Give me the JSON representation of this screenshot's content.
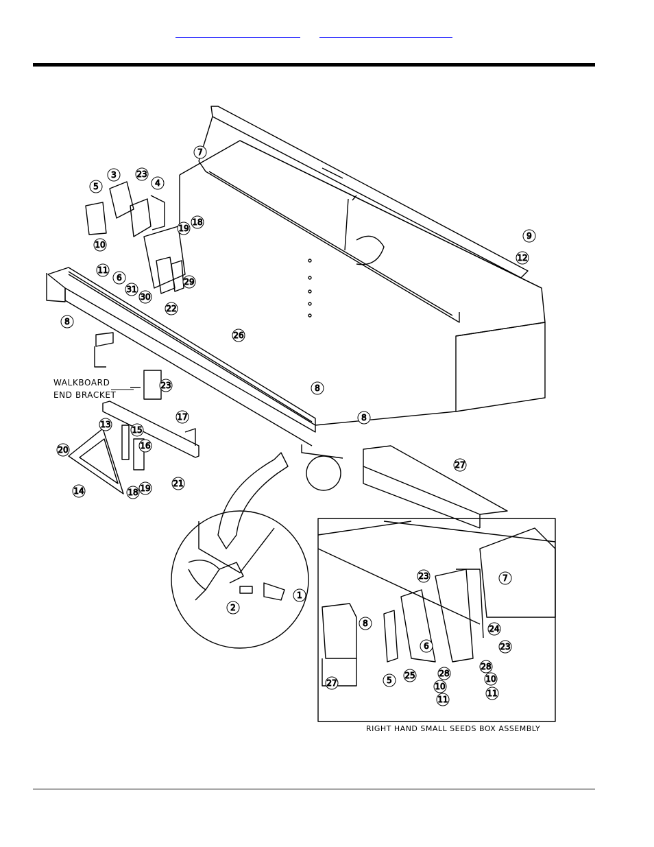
{
  "labels": {
    "walkboard_line1": "WALKBOARD",
    "walkboard_line2": "END BRACKET",
    "inset_caption": "RIGHT HAND SMALL SEEDS BOX ASSEMBLY"
  },
  "callouts": [
    "1",
    "2",
    "3",
    "4",
    "5",
    "6",
    "7",
    "8",
    "9",
    "10",
    "11",
    "12",
    "13",
    "14",
    "15",
    "16",
    "17",
    "18",
    "19",
    "20",
    "21",
    "22",
    "23",
    "24",
    "25",
    "26",
    "27",
    "28",
    "29",
    "30",
    "31"
  ]
}
